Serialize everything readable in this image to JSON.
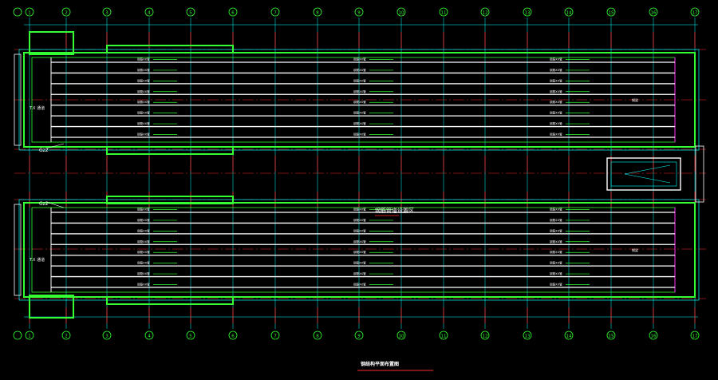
{
  "drawing": {
    "title": "钢结构平面布置图",
    "note_label": "钢筋管道设置区",
    "left_tags": [
      "Gz2",
      "Gz2"
    ],
    "left_side_label": "T.X 通道",
    "right_side_label": "钢梁",
    "row_label": "钢筋XX管",
    "axis_labels_top": [
      "1",
      "2",
      "3",
      "4",
      "5",
      "6",
      "7",
      "8",
      "9",
      "10",
      "11",
      "12",
      "13",
      "14",
      "15",
      "16",
      "17"
    ],
    "axis_labels_bottom": [
      "1",
      "2",
      "3",
      "4",
      "5",
      "6",
      "7",
      "8",
      "9",
      "10",
      "11",
      "12",
      "13",
      "14",
      "15",
      "16",
      "17"
    ],
    "colors": {
      "background": "#000000",
      "grid_cyan": "#00ffff",
      "grid_red": "#ff2a2a",
      "outline_green": "#33ff33",
      "pipe_white": "#ffffff",
      "label_text": "#ffffff",
      "magenta": "#ff33ff"
    }
  }
}
